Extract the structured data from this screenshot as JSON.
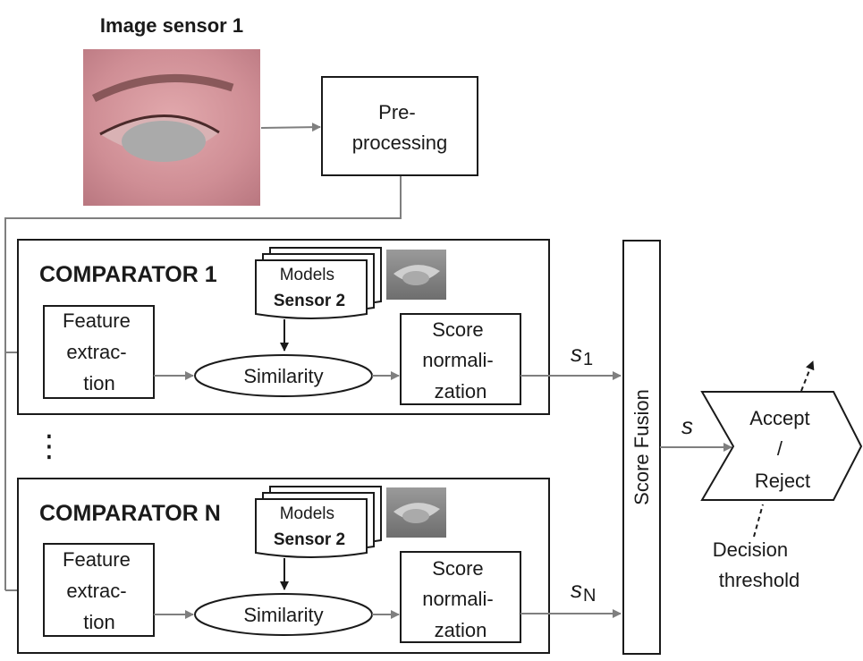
{
  "sensor_title": "Image sensor 1",
  "preprocessing": {
    "line1": "Pre-",
    "line2": "processing"
  },
  "comparators": [
    {
      "title": "COMPARATOR 1",
      "models": {
        "line1": "Models",
        "line2": "Sensor 2"
      },
      "feature": {
        "line1": "Feature",
        "line2": "extrac-",
        "line3": "tion"
      },
      "similarity": "Similarity",
      "score_norm": {
        "line1": "Score",
        "line2": "normali-",
        "line3": "zation"
      },
      "score_label": {
        "main": "s",
        "sub": "1"
      }
    },
    {
      "title": "COMPARATOR N",
      "models": {
        "line1": "Models",
        "line2": "Sensor 2"
      },
      "feature": {
        "line1": "Feature",
        "line2": "extrac-",
        "line3": "tion"
      },
      "similarity": "Similarity",
      "score_norm": {
        "line1": "Score",
        "line2": "normali-",
        "line3": "zation"
      },
      "score_label": {
        "main": "s",
        "sub": "N"
      }
    }
  ],
  "ellipsis": "⋮",
  "fusion": "Score Fusion",
  "fused_score": "s",
  "decision": {
    "line1": "Accept",
    "line2": "/",
    "line3": "Reject"
  },
  "threshold": {
    "line1": "Decision",
    "line2": "threshold"
  },
  "colors": {
    "arrow": "#7f7f7f",
    "stroke": "#1a1a1a",
    "eye_hole": "#aaaaaa"
  }
}
